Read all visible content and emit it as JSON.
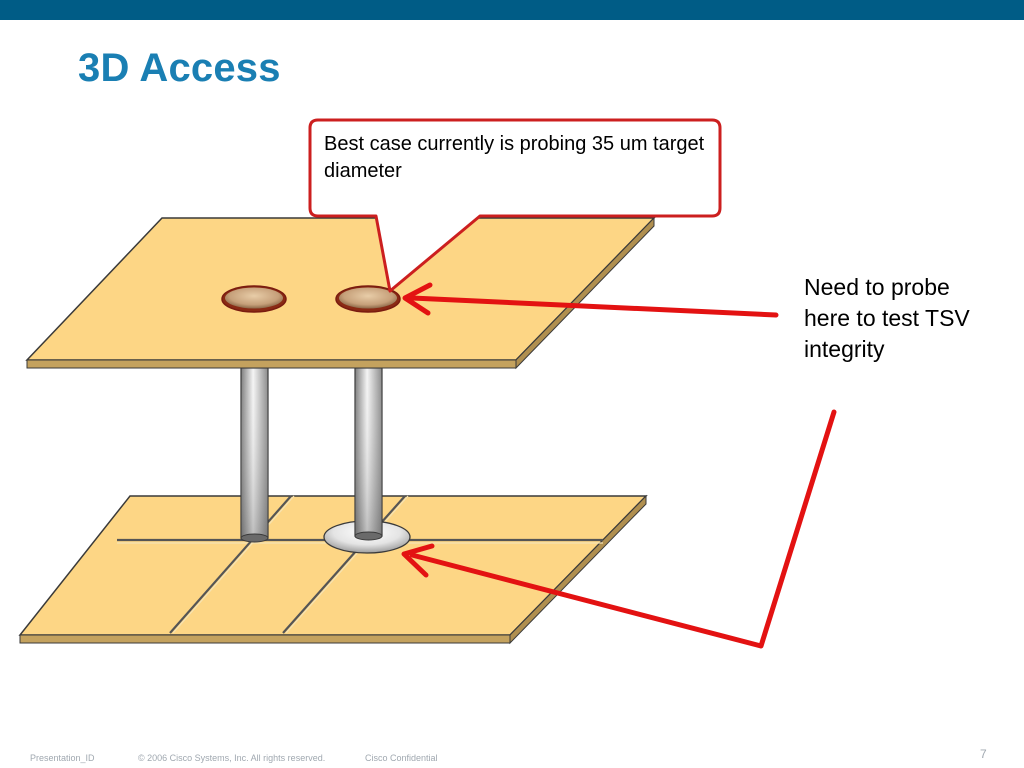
{
  "slide": {
    "title": "3D Access",
    "page_number": "7"
  },
  "callout": {
    "text": "Best case currently is probing 35 um target diameter"
  },
  "side_note": {
    "text": "Need to probe here to test TSV integrity"
  },
  "footer": {
    "presentation_id": "Presentation_ID",
    "copyright": "© 2006 Cisco Systems, Inc. All rights reserved.",
    "confidential": "Cisco Confidential"
  },
  "colors": {
    "header_bar": "#005c86",
    "title": "#1a7fb3",
    "plate": "#fdd685",
    "arrow": "#e31212",
    "callout_border": "#cc1f1f"
  }
}
